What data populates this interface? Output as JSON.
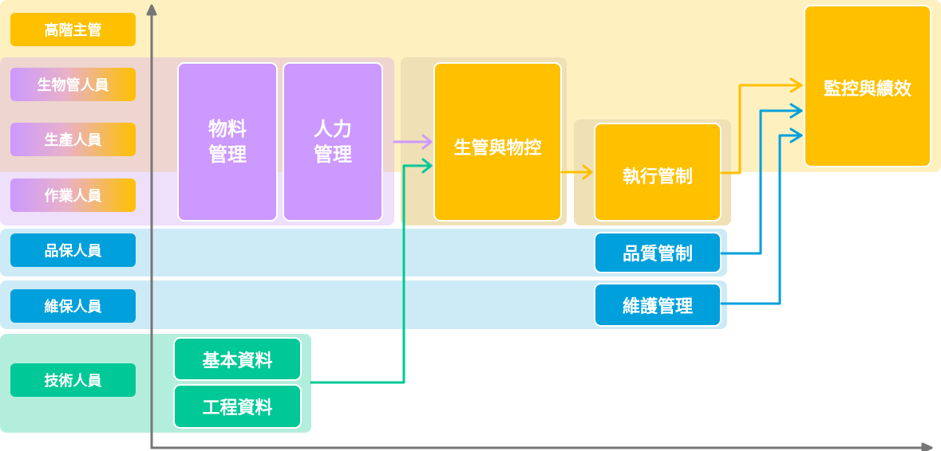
{
  "roles": [
    "高階主管",
    "生物管人員",
    "生產人員",
    "作業人員",
    "品保人員",
    "維保人員",
    "技術人員"
  ],
  "modules": {
    "material": [
      "物料",
      "管理"
    ],
    "hr": [
      "人力",
      "管理"
    ],
    "production_control": "生管與物控",
    "execution": "執行管制",
    "quality": "品質管制",
    "maintenance": "維護管理",
    "monitoring": "監控與績效",
    "basic_data": "基本資料",
    "engineering_data": "工程資料"
  },
  "colors": {
    "yellow": "#ffc000",
    "purple": "#cc99ff",
    "blue": "#00a0dc",
    "green": "#00c896",
    "axis": "#777777"
  }
}
